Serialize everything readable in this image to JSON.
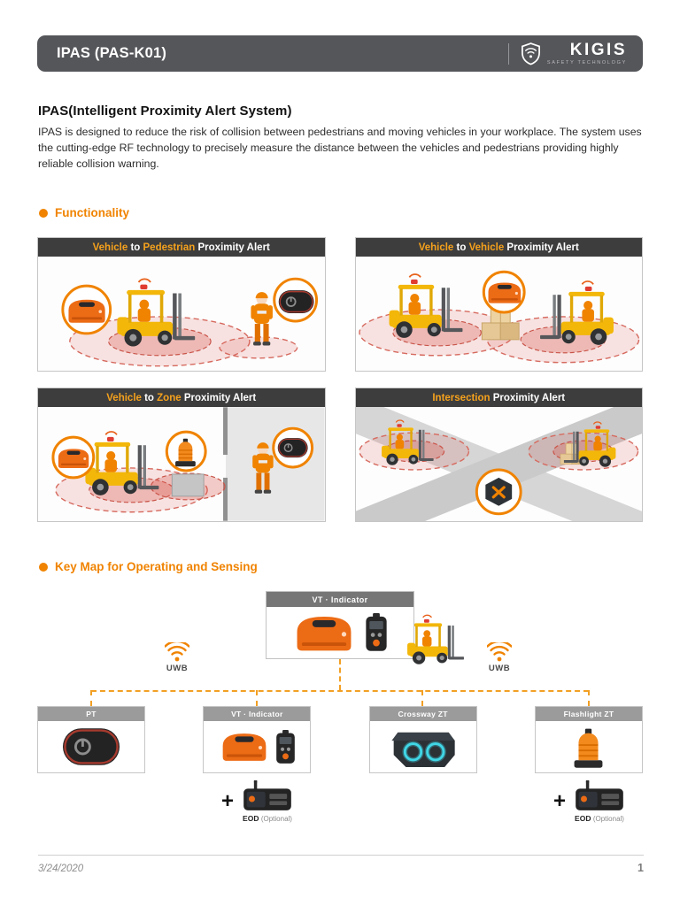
{
  "header": {
    "title": "IPAS (PAS-K01)",
    "logo": {
      "name": "KIGIS",
      "tagline": "SAFETY TECHNOLOGY"
    }
  },
  "intro": {
    "title": "IPAS(Intelligent Proximity Alert System)",
    "body": "IPAS is designed to reduce the risk of collision between pedestrians and moving vehicles in your workplace. The system uses the cutting-edge RF technology to precisely measure the distance between the vehicles and pedestrians providing highly reliable collision warning."
  },
  "sections": {
    "functionality": {
      "title": "Functionality",
      "panels": [
        {
          "name": "vehicle-to-pedestrian",
          "parts": [
            "Vehicle",
            " to ",
            "Pedestrian",
            " Proximity Alert"
          ]
        },
        {
          "name": "vehicle-to-vehicle",
          "parts": [
            "Vehicle",
            " to ",
            "Vehicle",
            " Proximity Alert"
          ]
        },
        {
          "name": "vehicle-to-zone",
          "parts": [
            "Vehicle",
            " to ",
            "Zone",
            " Proximity Alert"
          ]
        },
        {
          "name": "intersection",
          "parts": [
            "Intersection",
            " Proximity Alert"
          ]
        }
      ]
    },
    "keymap": {
      "title": "Key Map for Operating and Sensing",
      "hub_label": "VT · Indicator",
      "uwb_left": "UWB",
      "uwb_right": "UWB",
      "nodes": [
        {
          "label": "PT"
        },
        {
          "label": "VT · Indicator"
        },
        {
          "label": "Crossway ZT"
        },
        {
          "label": "Flashlight ZT"
        }
      ],
      "plus": "+",
      "eod": {
        "label": "EOD",
        "suffix": "(Optional)"
      }
    }
  },
  "footer": {
    "date": "3/24/2020",
    "page_number": "1"
  },
  "icons": {
    "logo": "shield-signal-icon",
    "section_bullet": "orange-dot",
    "uwb": "wifi-signal-icon",
    "plus": "plus-sign"
  },
  "colors": {
    "accent": "#F08300",
    "title_bar": "#55565A",
    "panel_header": "#3D3D3D",
    "zone_red": "#D65A50",
    "forklift_yellow": "#F3B70A",
    "device_orange": "#EC6B15",
    "crossway_glow": "#40D6E6"
  }
}
